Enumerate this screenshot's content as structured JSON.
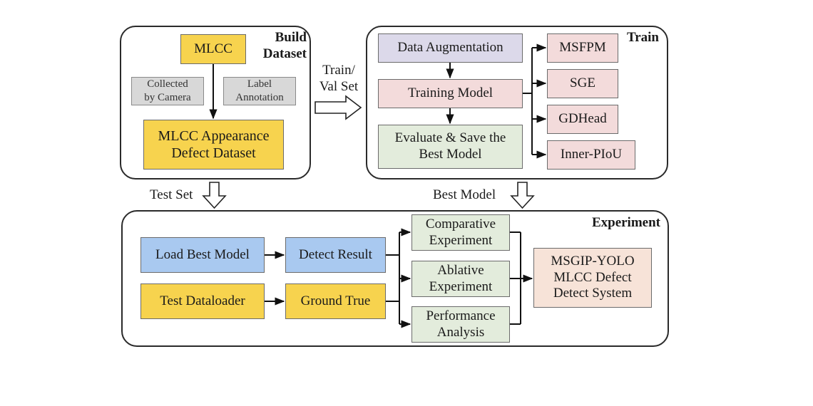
{
  "diagram": {
    "panels": {
      "build_dataset": {
        "title_line1": "Build",
        "title_line2": "Dataset",
        "mlcc": "MLCC",
        "collected_line1": "Collected",
        "collected_line2": "by Camera",
        "label_line1": "Label",
        "label_line2": "Annotation",
        "dataset_line1": "MLCC Appearance",
        "dataset_line2": "Defect Dataset"
      },
      "train": {
        "title": "Train",
        "data_augmentation": "Data Augmentation",
        "training_model": "Training Model",
        "evaluate_line1": "Evaluate & Save the",
        "evaluate_line2": "Best Model",
        "modules": [
          "MSFPM",
          "SGE",
          "GDHead",
          "Inner-PIoU"
        ]
      },
      "experiment": {
        "title": "Experiment",
        "load_best_model": "Load Best Model",
        "detect_result": "Detect Result",
        "test_dataloader": "Test Dataloader",
        "ground_true": "Ground True",
        "comparative_line1": "Comparative",
        "comparative_line2": "Experiment",
        "ablative_line1": "Ablative",
        "ablative_line2": "Experiment",
        "performance_line1": "Performance",
        "performance_line2": "Analysis",
        "system_line1": "MSGIP-YOLO",
        "system_line2": "MLCC Defect",
        "system_line3": "Detect System"
      }
    },
    "flow_labels": {
      "train_val_line1": "Train/",
      "train_val_line2": "Val Set",
      "test_set": "Test Set",
      "best_model": "Best Model"
    },
    "colors": {
      "yellow": "#f7d34e",
      "gray": "#d8d8d8",
      "purple": "#dcd9ea",
      "pink": "#f3dbdb",
      "green": "#e3ecdc",
      "blue": "#a9c9f0",
      "peach": "#f7e3d8"
    }
  }
}
